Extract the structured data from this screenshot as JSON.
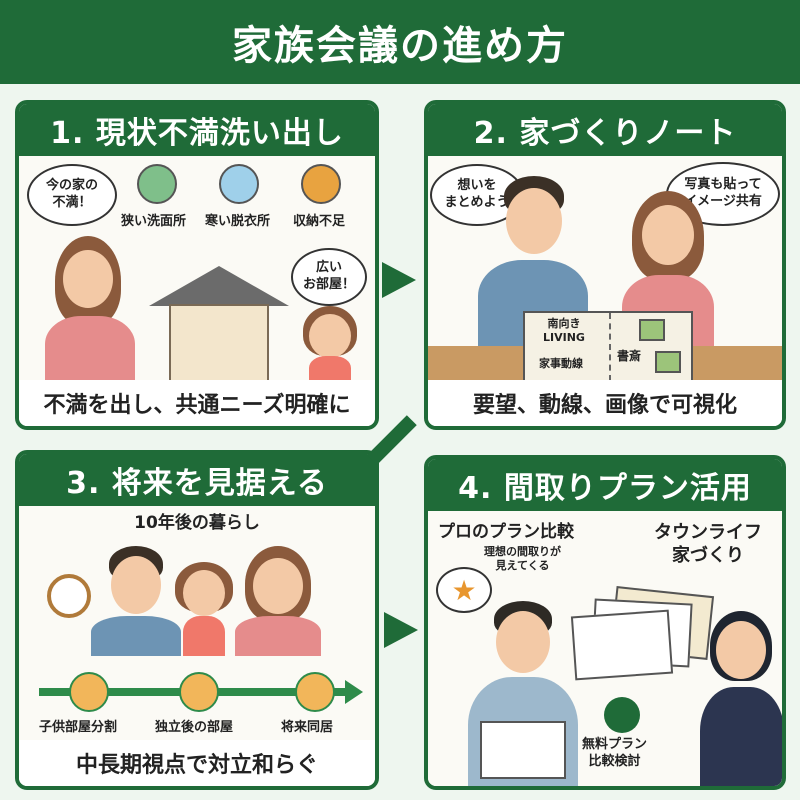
{
  "title": "家族会議の進め方",
  "colors": {
    "primary": "#1f6b38",
    "background": "#eef6ef",
    "accent_orange": "#e8962e"
  },
  "steps": [
    {
      "heading": "1. 現状不満洗い出し",
      "bubbles": [
        "今の家の\n不満！",
        "広い\nお部屋！"
      ],
      "issues": [
        {
          "label": "狭い洗面所",
          "icon": "washbasin-icon"
        },
        {
          "label": "寒い脱衣所",
          "icon": "cold-wind-clothes-icon"
        },
        {
          "label": "収納不足",
          "icon": "cabinet-icon"
        }
      ],
      "caption": "不満を出し、共通ニーズ明確に"
    },
    {
      "heading": "2. 家づくりノート",
      "bubbles": [
        "想いを\nまとめよう",
        "写真も貼って\nイメージ共有"
      ],
      "notebook": {
        "left_top": "南向き\nLIVING",
        "left_bottom": "家事動線",
        "right": "書斎"
      },
      "caption": "要望、動線、画像で可視化"
    },
    {
      "heading": "3. 将来を見据える",
      "subtitle": "10年後の暮らし",
      "timeline": [
        "子供部屋分割",
        "独立後の部屋",
        "将来同居"
      ],
      "caption": "中長期視点で対立和らぐ"
    },
    {
      "heading": "4. 間取りプラン活用",
      "left_title": "プロのプラン比較",
      "left_sub": "理想の間取りが\n見えてくる",
      "right_title": "タウンライフ\n家づくり",
      "badge": "無料プラン\n比較検討"
    }
  ]
}
